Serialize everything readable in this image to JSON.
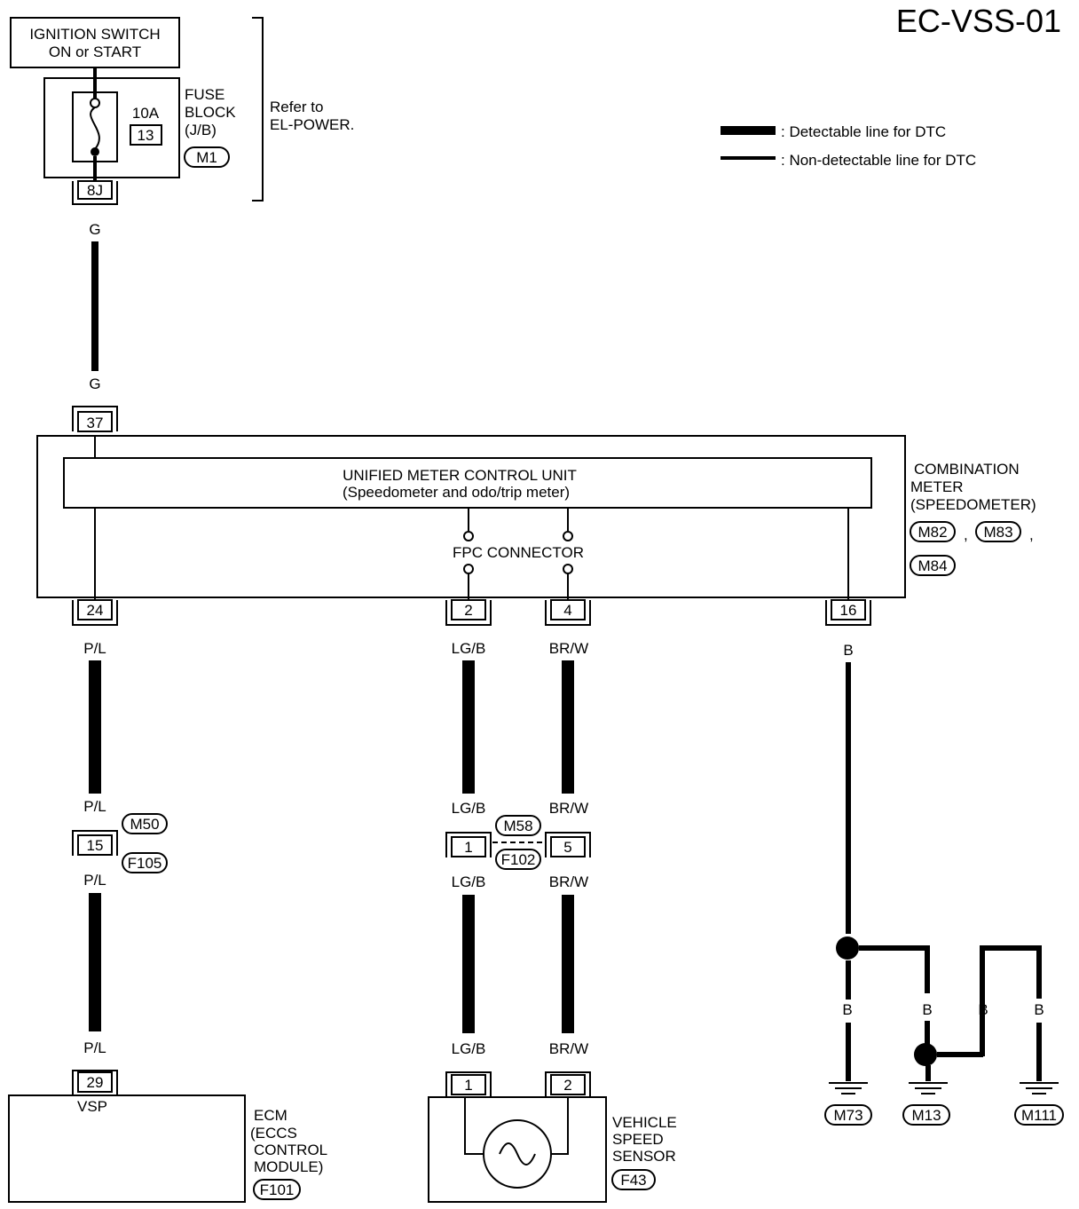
{
  "page_title": "EC-VSS-01",
  "legend": {
    "detectable": ": Detectable line for DTC",
    "non_detectable": ": Non-detectable line for DTC"
  },
  "power": {
    "ignition_line1": "IGNITION SWITCH",
    "ignition_line2": "ON or START",
    "fuse_rating": "10A",
    "fuse_number": "13",
    "fuse_block_line1": "FUSE",
    "fuse_block_line2": "BLOCK",
    "fuse_block_line3": "(J/B)",
    "fuse_block_connector": "M1",
    "fuse_block_pin": "8J",
    "refer_line1": "Refer to",
    "refer_line2": "EL-POWER."
  },
  "meter": {
    "title": "UNIFIED METER CONTROL UNIT",
    "subtitle": "(Speedometer and odo/trip meter)",
    "fpc": "FPC CONNECTOR",
    "name_line1": "COMBINATION",
    "name_line2": "METER",
    "name_line3": "(SPEEDOMETER)",
    "connectors": [
      "M82",
      "M83",
      "M84"
    ],
    "sep": ",",
    "pin_top": "37",
    "pins_bottom": [
      "24",
      "2",
      "4",
      "16"
    ]
  },
  "wires": {
    "g": "G",
    "pl": "P/L",
    "lgb": "LG/B",
    "brw": "BR/W",
    "b": "B"
  },
  "junctions": {
    "j1_pin": "15",
    "j1_top": "M50",
    "j1_bottom": "F105",
    "j2_pin_left": "1",
    "j2_pin_right": "5",
    "j2_top": "M58",
    "j2_bottom": "F102"
  },
  "ecm": {
    "pin": "29",
    "terminal": "VSP",
    "name_line1": "ECM",
    "name_line2": "(ECCS",
    "name_line3": "CONTROL",
    "name_line4": "MODULE)",
    "connector": "F101"
  },
  "sensor": {
    "pin_left": "1",
    "pin_right": "2",
    "name_line1": "VEHICLE",
    "name_line2": "SPEED",
    "name_line3": "SENSOR",
    "connector": "F43"
  },
  "grounds": [
    "M73",
    "M13",
    "M111"
  ]
}
